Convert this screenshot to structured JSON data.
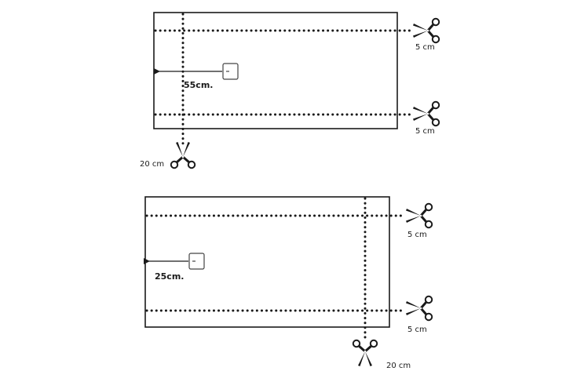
{
  "colors": {
    "ink": "#1a1a1a",
    "background": "#ffffff"
  },
  "icons": {
    "cut": "scissors-icon",
    "handle": "handle-icon"
  },
  "panels": [
    {
      "id": "top",
      "dimension_label": "55cm.",
      "cuts": [
        {
          "id": "h1",
          "orientation": "horizontal",
          "label": "5 cm"
        },
        {
          "id": "h2",
          "orientation": "horizontal",
          "label": "5 cm"
        },
        {
          "id": "v1",
          "orientation": "vertical",
          "label": "20 cm"
        }
      ]
    },
    {
      "id": "bottom",
      "dimension_label": "25cm.",
      "cuts": [
        {
          "id": "h1",
          "orientation": "horizontal",
          "label": "5 cm"
        },
        {
          "id": "h2",
          "orientation": "horizontal",
          "label": "5 cm"
        },
        {
          "id": "v1",
          "orientation": "vertical",
          "label": "20 cm"
        }
      ]
    }
  ]
}
